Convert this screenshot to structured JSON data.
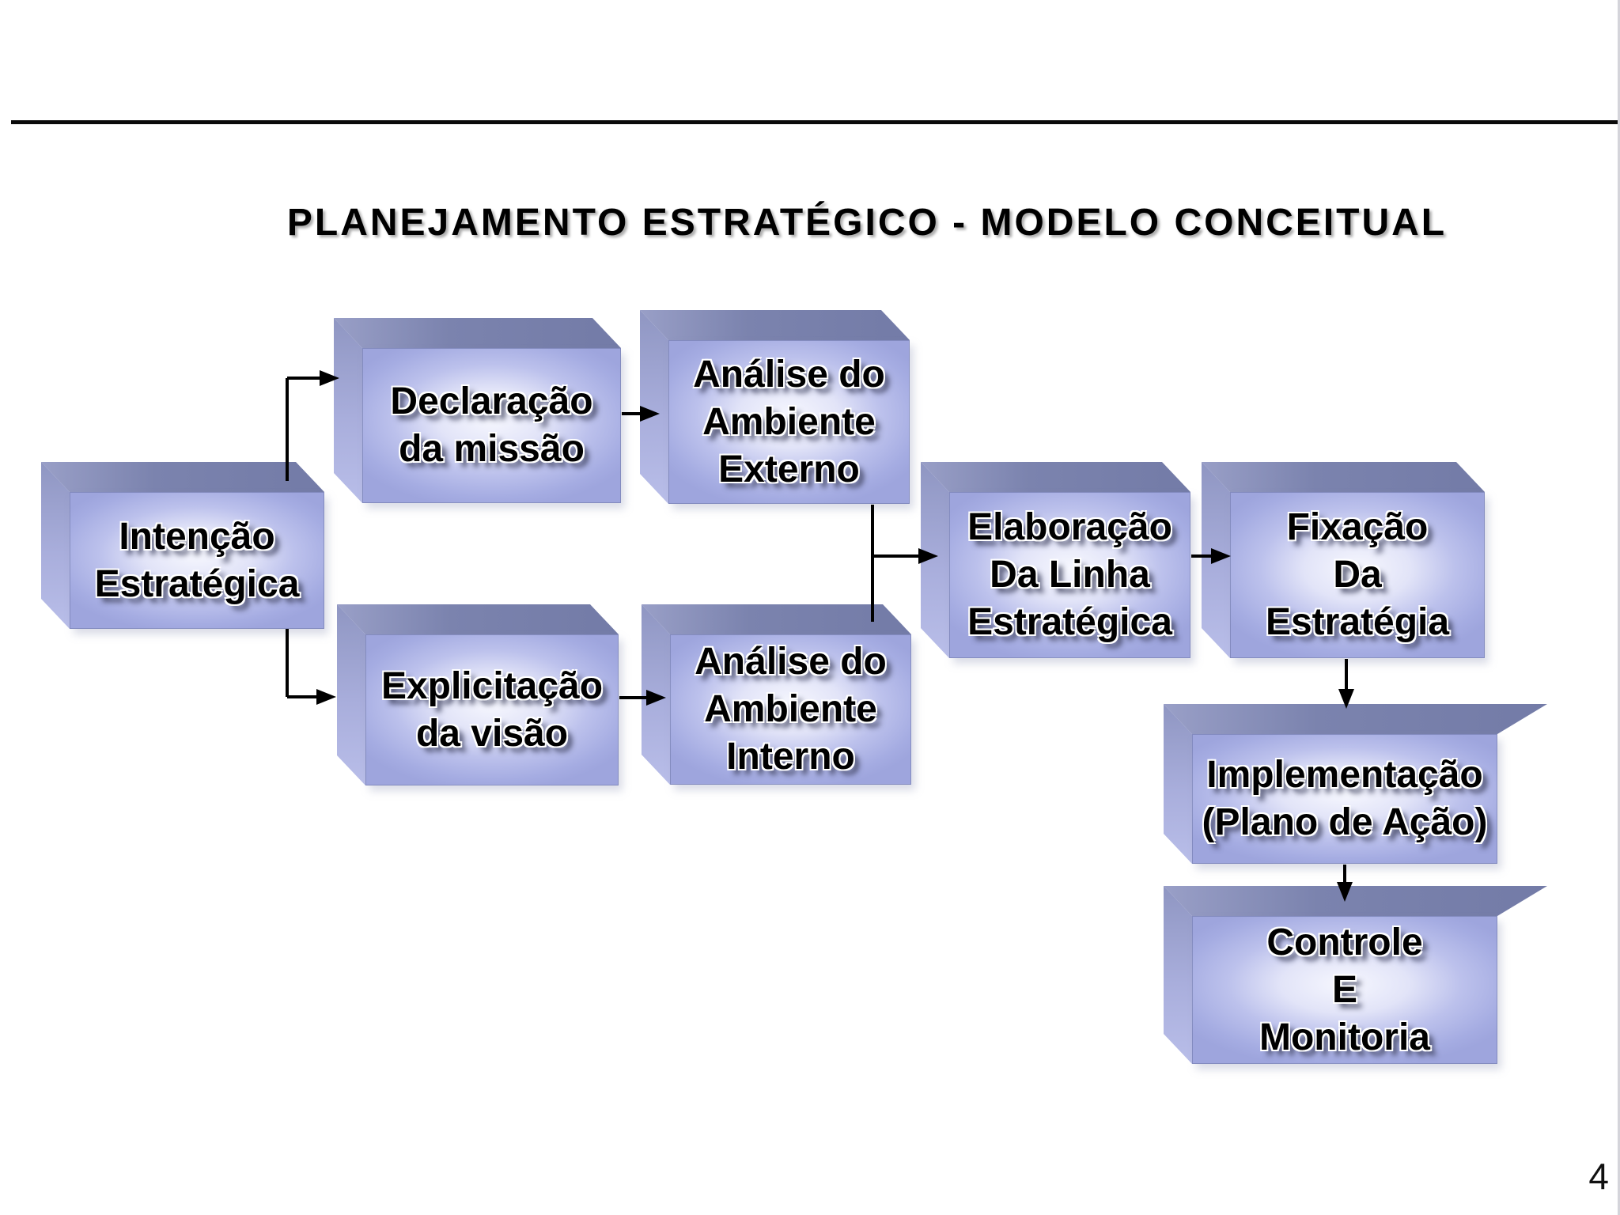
{
  "slide": {
    "title": "PLANEJAMENTO ESTRATÉGICO - MODELO CONCEITUAL",
    "page_number": "4"
  },
  "boxes": {
    "intencao": {
      "lines": [
        "Intenção",
        "Estratégica"
      ]
    },
    "declaracao": {
      "lines": [
        "Declaração",
        "da missão"
      ]
    },
    "externo": {
      "lines": [
        "Análise do",
        "Ambiente",
        "Externo"
      ]
    },
    "explicitacao": {
      "lines": [
        "Explicitação",
        "da visão"
      ]
    },
    "interno": {
      "lines": [
        "Análise do",
        "Ambiente",
        "Interno"
      ]
    },
    "elaboracao": {
      "lines": [
        "Elaboração",
        "Da Linha",
        "Estratégica"
      ]
    },
    "fixacao": {
      "lines": [
        "Fixação",
        "Da",
        "Estratégia"
      ]
    },
    "implementacao": {
      "lines": [
        "Implementação",
        "(Plano de Ação)"
      ]
    },
    "controle": {
      "lines": [
        "Controle",
        "E",
        "Monitoria"
      ]
    }
  },
  "connections": [
    {
      "from": "Intenção Estratégica",
      "to": "Declaração da missão"
    },
    {
      "from": "Intenção Estratégica",
      "to": "Explicitação da visão"
    },
    {
      "from": "Declaração da missão",
      "to": "Análise do Ambiente Externo"
    },
    {
      "from": "Explicitação da visão",
      "to": "Análise do Ambiente Interno"
    },
    {
      "from": "Análise do Ambiente Externo",
      "to": "Elaboração Da Linha Estratégica"
    },
    {
      "from": "Análise do Ambiente Interno",
      "to": "Elaboração Da Linha Estratégica"
    },
    {
      "from": "Elaboração Da Linha Estratégica",
      "to": "Fixação Da Estratégia"
    },
    {
      "from": "Fixação Da Estratégia",
      "to": "Implementação (Plano de Ação)"
    },
    {
      "from": "Implementação (Plano de Ação)",
      "to": "Controle E Monitoria"
    }
  ],
  "colors": {
    "box_front_center": "#f6f7fe",
    "box_front_edge": "#9ea5dd",
    "box_top_face": "#7b83ae",
    "box_left_face": "#a9aedc",
    "connector": "#000000",
    "divider": "#0a0a0a",
    "title_text": "#000000",
    "background": "#ffffff"
  }
}
